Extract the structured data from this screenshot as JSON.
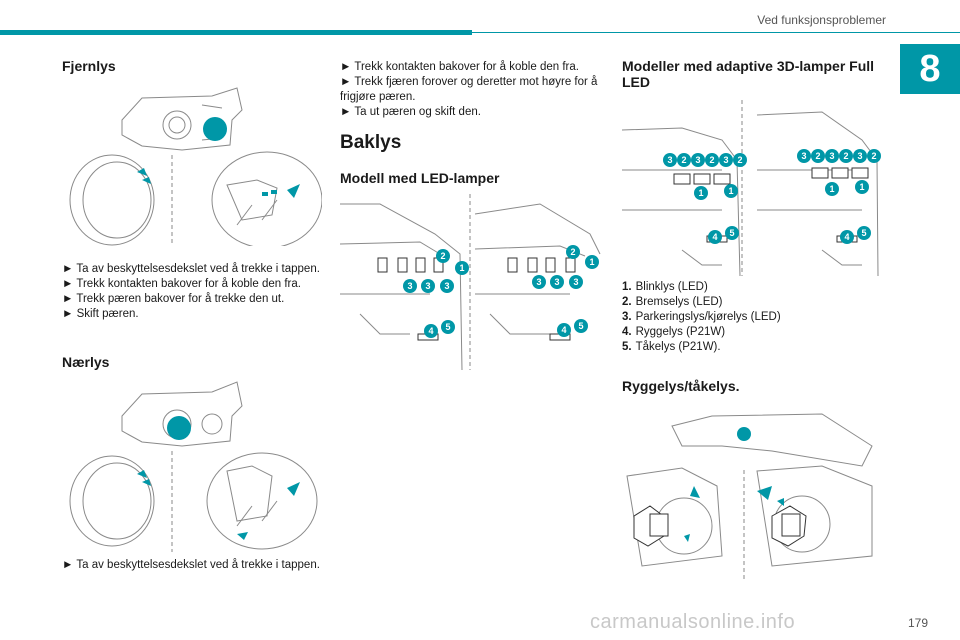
{
  "header": {
    "section": "Ved funksjonsproblemer",
    "chapter": "8"
  },
  "col1": {
    "fjernlys_title": "Fjernlys",
    "fjernlys_steps": [
      "► Ta av beskyttelsesdekslet ved å trekke i tappen.",
      "► Trekk kontakten bakover for å koble den fra.",
      "► Trekk pæren bakover for å trekke den ut.",
      "► Skift pæren."
    ],
    "naerlys_title": "Nærlys",
    "naerlys_steps": [
      "► Ta av beskyttelsesdekslet ved å trekke i tappen."
    ]
  },
  "col2": {
    "steps": [
      "► Trekk kontakten bakover for å koble den fra.",
      "► Trekk fjæren forover og deretter mot høyre for å frigjøre pæren.",
      "► Ta ut pæren og skift den."
    ],
    "baklys_title": "Baklys",
    "led_title": "Modell med LED-lamper",
    "markers": {
      "m1": "1",
      "m2": "2",
      "m3": "3",
      "m4": "4",
      "m5": "5"
    }
  },
  "col3": {
    "adaptive_title": "Modeller med adaptive 3D-lamper Full LED",
    "legend": [
      {
        "num": "1.",
        "text": "Blinklys (LED)"
      },
      {
        "num": "2.",
        "text": "Bremselys (LED)"
      },
      {
        "num": "3.",
        "text": "Parkeringslys/kjørelys (LED)"
      },
      {
        "num": "4.",
        "text": "Ryggelys (P21W)"
      },
      {
        "num": "5.",
        "text": "Tåkelys (P21W)."
      }
    ],
    "ryggelys_title": "Ryggelys/tåkelys."
  },
  "footer": {
    "page": "179",
    "watermark": "carmanualsonline.info"
  },
  "colors": {
    "accent": "#0097a7",
    "line": "#8a8a8a"
  }
}
